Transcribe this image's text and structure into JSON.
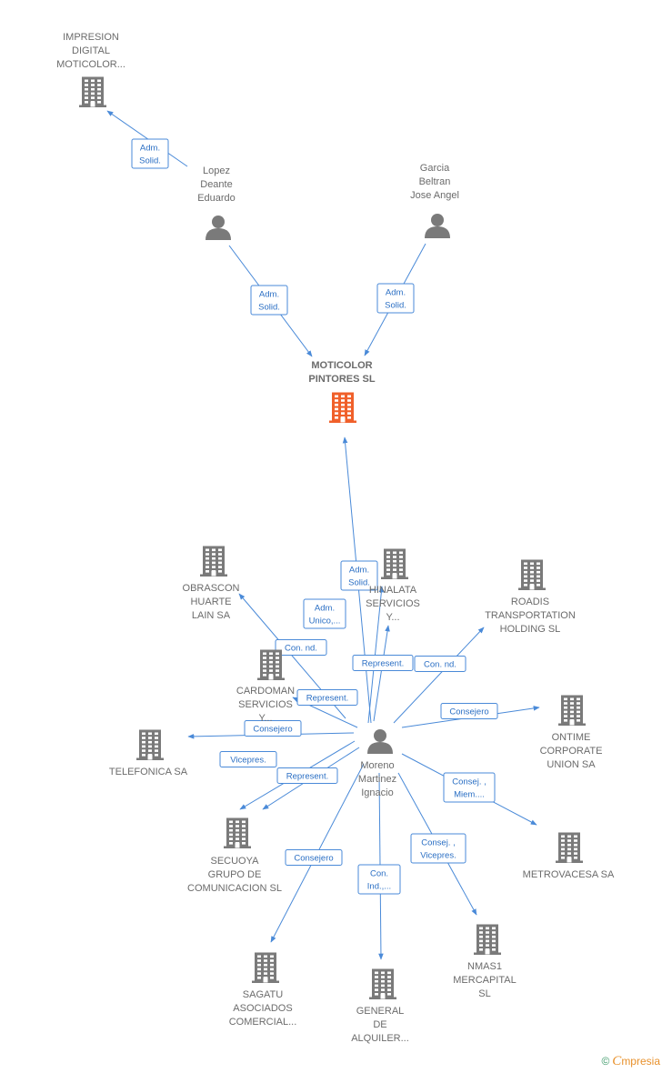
{
  "colors": {
    "building": "#7a7a7a",
    "building_main": "#f0602a",
    "person": "#7a7a7a",
    "edge": "#4a8ad8",
    "edge_text": "#2b6fc4"
  },
  "nodes": [
    {
      "id": "impresion",
      "type": "company",
      "lines": [
        "IMPRESION",
        "DIGITAL",
        "MOTICOLOR..."
      ]
    },
    {
      "id": "lopez",
      "type": "person",
      "lines": [
        "Lopez",
        "Deante",
        "Eduardo"
      ]
    },
    {
      "id": "garcia",
      "type": "person",
      "lines": [
        "Garcia",
        "Beltran",
        "Jose Angel"
      ]
    },
    {
      "id": "moticolor",
      "type": "company-main",
      "lines": [
        "MOTICOLOR",
        "PINTORES  SL"
      ]
    },
    {
      "id": "obrascon",
      "type": "company",
      "lines": [
        "OBRASCON",
        "HUARTE",
        "LAIN SA"
      ]
    },
    {
      "id": "hinalata",
      "type": "company",
      "lines": [
        "HINALATA",
        "SERVICIOS",
        "Y..."
      ]
    },
    {
      "id": "roadis",
      "type": "company",
      "lines": [
        "ROADIS",
        "TRANSPORTATION",
        "HOLDING  SL"
      ]
    },
    {
      "id": "cardoman",
      "type": "company",
      "lines": [
        "CARDOMAN",
        "SERVICIOS",
        "Y..."
      ]
    },
    {
      "id": "ontime",
      "type": "company",
      "lines": [
        "ONTIME",
        "CORPORATE",
        "UNION SA"
      ]
    },
    {
      "id": "telefonica",
      "type": "company",
      "lines": [
        "TELEFONICA SA"
      ]
    },
    {
      "id": "moreno",
      "type": "person",
      "lines": [
        "Moreno",
        "Martinez",
        "Ignacio"
      ]
    },
    {
      "id": "secuoya",
      "type": "company",
      "lines": [
        "SECUOYA",
        "GRUPO DE",
        "COMUNICACION SL"
      ]
    },
    {
      "id": "metrovacesa",
      "type": "company",
      "lines": [
        "METROVACESA SA"
      ]
    },
    {
      "id": "sagatu",
      "type": "company",
      "lines": [
        "SAGATU",
        "ASOCIADOS",
        "COMERCIAL..."
      ]
    },
    {
      "id": "general",
      "type": "company",
      "lines": [
        "GENERAL",
        "DE",
        "ALQUILER..."
      ]
    },
    {
      "id": "nmas1",
      "type": "company",
      "lines": [
        "NMAS1",
        "MERCAPITAL",
        "SL"
      ]
    }
  ],
  "edges": [
    {
      "id": "e1",
      "from": "lopez",
      "to": "impresion",
      "lines": [
        "Adm.",
        "Solid."
      ]
    },
    {
      "id": "e2",
      "from": "lopez",
      "to": "moticolor",
      "lines": [
        "Adm.",
        "Solid."
      ]
    },
    {
      "id": "e3",
      "from": "garcia",
      "to": "moticolor",
      "lines": [
        "Adm.",
        "Solid."
      ]
    },
    {
      "id": "e4",
      "from": "moreno",
      "to": "moticolor",
      "lines": [
        "Adm.",
        "Solid."
      ]
    },
    {
      "id": "e5",
      "from": "moreno",
      "to": "hinalata",
      "lines": [
        "Adm.",
        "Unico,..."
      ]
    },
    {
      "id": "e6",
      "from": "moreno",
      "to": "obrascon",
      "lines": [
        "Con.  nd."
      ]
    },
    {
      "id": "e7",
      "from": "moreno",
      "to": "hinalata",
      "lines": [
        "Represent."
      ]
    },
    {
      "id": "e8",
      "from": "moreno",
      "to": "roadis",
      "lines": [
        "Con.  nd."
      ]
    },
    {
      "id": "e9",
      "from": "moreno",
      "to": "cardoman",
      "lines": [
        "Represent."
      ]
    },
    {
      "id": "e10",
      "from": "moreno",
      "to": "ontime",
      "lines": [
        "Consejero"
      ]
    },
    {
      "id": "e11",
      "from": "moreno",
      "to": "telefonica",
      "lines": [
        "Consejero"
      ]
    },
    {
      "id": "e12",
      "from": "moreno",
      "to": "secuoya",
      "lines": [
        "Vicepres."
      ]
    },
    {
      "id": "e13",
      "from": "moreno",
      "to": "secuoya",
      "lines": [
        "Represent."
      ]
    },
    {
      "id": "e14",
      "from": "moreno",
      "to": "metrovacesa",
      "lines": [
        "Consej. ,",
        "Miem...."
      ]
    },
    {
      "id": "e15",
      "from": "moreno",
      "to": "sagatu",
      "lines": [
        "Consejero"
      ]
    },
    {
      "id": "e16",
      "from": "moreno",
      "to": "general",
      "lines": [
        "Con.",
        "Ind.,..."
      ]
    },
    {
      "id": "e17",
      "from": "moreno",
      "to": "nmas1",
      "lines": [
        "Consej. ,",
        "Vicepres."
      ]
    }
  ],
  "footer": {
    "copyright": "©",
    "brand_initial": "C",
    "brand_rest": "mpresia"
  }
}
